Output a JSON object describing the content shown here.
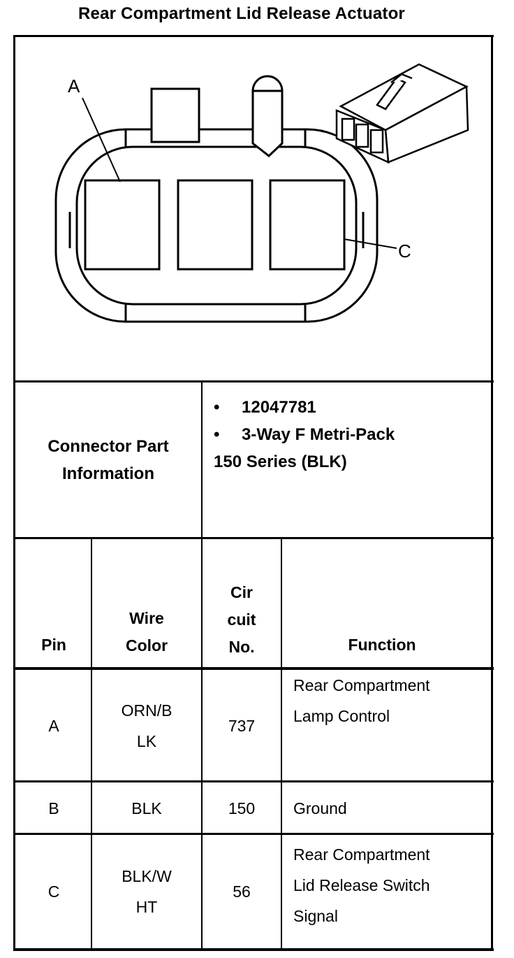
{
  "title": "Rear Compartment Lid Release Actuator",
  "diagram": {
    "label_a": "A",
    "label_c": "C"
  },
  "connector": {
    "header_line1": "Connector Part",
    "header_line2": "Information",
    "bullets": [
      "12047781",
      "3-Way F Metri-Pack"
    ],
    "bullet_continuation": "150 Series (BLK)"
  },
  "table": {
    "headers": {
      "pin": "Pin",
      "wire_color_line1": "Wire",
      "wire_color_line2": "Color",
      "circuit_line1": "Cir",
      "circuit_line2": "cuit",
      "circuit_line3": "No.",
      "function": "Function"
    },
    "rows": [
      {
        "pin": "A",
        "wire_line1": "ORN/B",
        "wire_line2": "LK",
        "circuit": "737",
        "function_lines": [
          "Rear Compartment",
          "Lamp Control"
        ]
      },
      {
        "pin": "B",
        "wire_line1": "BLK",
        "wire_line2": "",
        "circuit": "150",
        "function_lines": [
          "Ground"
        ]
      },
      {
        "pin": "C",
        "wire_line1": "BLK/W",
        "wire_line2": "HT",
        "circuit": "56",
        "function_lines": [
          "Rear Compartment",
          "Lid Release Switch",
          "Signal"
        ]
      }
    ]
  }
}
